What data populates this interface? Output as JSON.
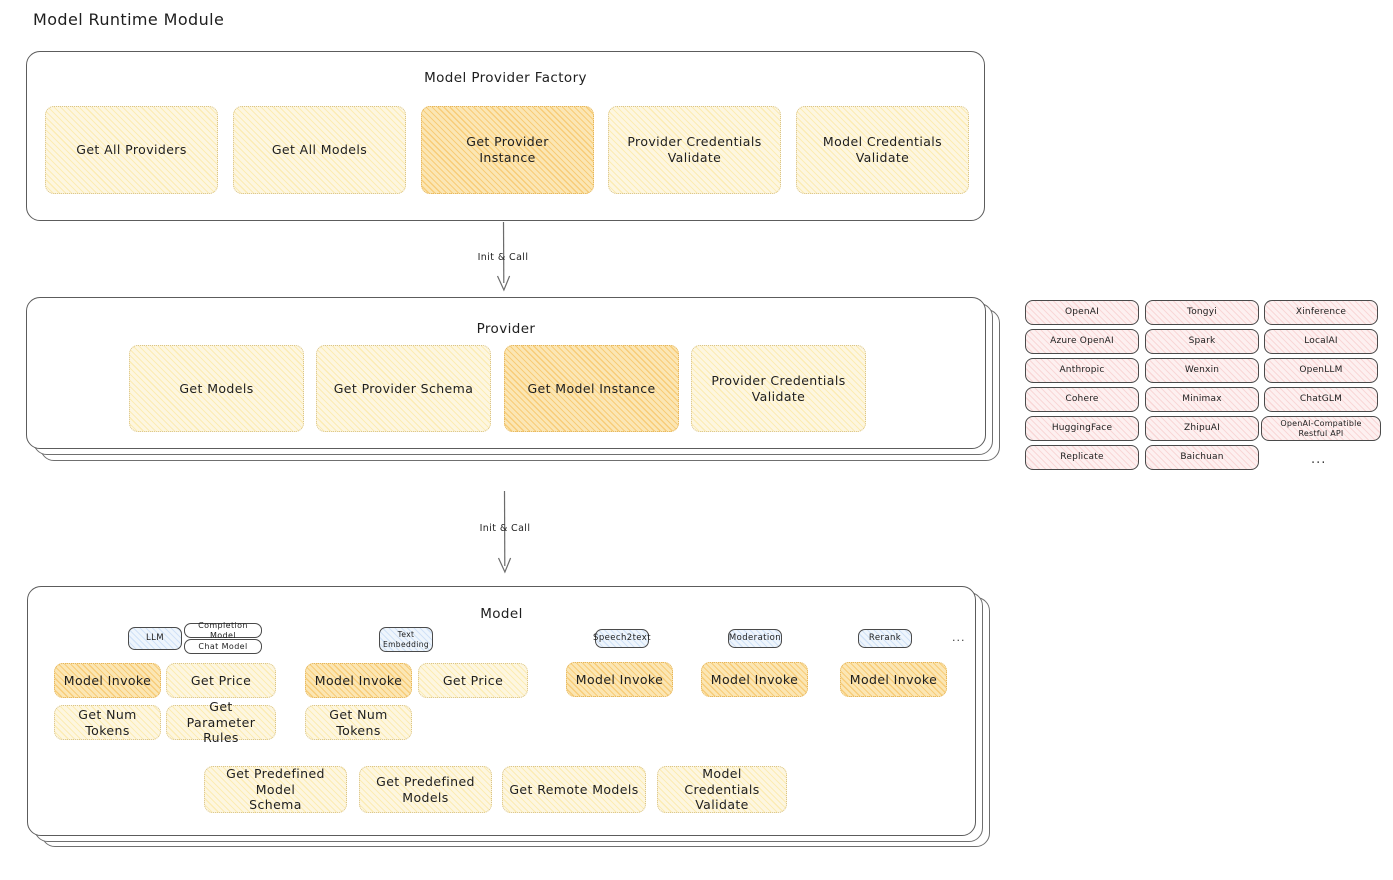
{
  "page": {
    "title": "Model Runtime Module"
  },
  "connectors": [
    {
      "label": "Init & Call"
    },
    {
      "label": "Init & Call"
    }
  ],
  "factory": {
    "title": "Model Provider Factory",
    "nodes": [
      {
        "label": "Get All Providers",
        "state": "normal"
      },
      {
        "label": "Get All Models",
        "state": "normal"
      },
      {
        "label": "Get Provider\nInstance",
        "state": "highlighted"
      },
      {
        "label": "Provider Credentials\nValidate",
        "state": "normal"
      },
      {
        "label": "Model Credentials\nValidate",
        "state": "normal"
      }
    ]
  },
  "provider": {
    "title": "Provider",
    "nodes": [
      {
        "label": "Get Models",
        "state": "normal"
      },
      {
        "label": "Get Provider Schema",
        "state": "normal"
      },
      {
        "label": "Get Model Instance",
        "state": "highlighted"
      },
      {
        "label": "Provider Credentials\nValidate",
        "state": "normal"
      }
    ]
  },
  "provider_list": {
    "ellipsis": "...",
    "columns": [
      [
        "OpenAI",
        "Azure OpenAI",
        "Anthropic",
        "Cohere",
        "HuggingFace",
        "Replicate"
      ],
      [
        "Tongyi",
        "Spark",
        "Wenxin",
        "Minimax",
        "ZhipuAI",
        "Baichuan"
      ],
      [
        "Xinference",
        "LocalAI",
        "OpenLLM",
        "ChatGLM",
        "OpenAI-Compatible Restful API"
      ]
    ]
  },
  "model": {
    "title": "Model",
    "ellipsis": "...",
    "groups": [
      {
        "badge": "LLM",
        "badge_style": "blue",
        "sub_badges": [
          "Completion Model",
          "Chat Model"
        ],
        "nodes": [
          {
            "label": "Model Invoke",
            "state": "highlighted"
          },
          {
            "label": "Get Price",
            "state": "normal"
          },
          {
            "label": "Get Num Tokens",
            "state": "normal"
          },
          {
            "label": "Get Parameter\nRules",
            "state": "normal"
          }
        ]
      },
      {
        "badge": "Text\nEmbedding",
        "badge_style": "blue",
        "sub_badges": [],
        "nodes": [
          {
            "label": "Model Invoke",
            "state": "highlighted"
          },
          {
            "label": "Get Price",
            "state": "normal"
          },
          {
            "label": "Get Num Tokens",
            "state": "normal"
          }
        ]
      },
      {
        "badge": "Speech2text",
        "badge_style": "blue",
        "sub_badges": [],
        "nodes": [
          {
            "label": "Model Invoke",
            "state": "highlighted"
          }
        ]
      },
      {
        "badge": "Moderation",
        "badge_style": "blue",
        "sub_badges": [],
        "nodes": [
          {
            "label": "Model Invoke",
            "state": "highlighted"
          }
        ]
      },
      {
        "badge": "Rerank",
        "badge_style": "blue",
        "sub_badges": [],
        "nodes": [
          {
            "label": "Model Invoke",
            "state": "highlighted"
          }
        ]
      }
    ],
    "common_nodes": [
      {
        "label": "Get Predefined Model\nSchema",
        "state": "normal"
      },
      {
        "label": "Get Predefined\nModels",
        "state": "normal"
      },
      {
        "label": "Get Remote Models",
        "state": "normal"
      },
      {
        "label": "Model Credentials\nValidate",
        "state": "normal"
      }
    ]
  },
  "colors": {
    "node_normal_fill": "#fdf6e0",
    "node_highlight_fill": "#fbe6b4",
    "provider_chip_fill": "#fdf0f0",
    "badge_fill": "#eef5fc",
    "stroke": "#1e1e1e"
  }
}
